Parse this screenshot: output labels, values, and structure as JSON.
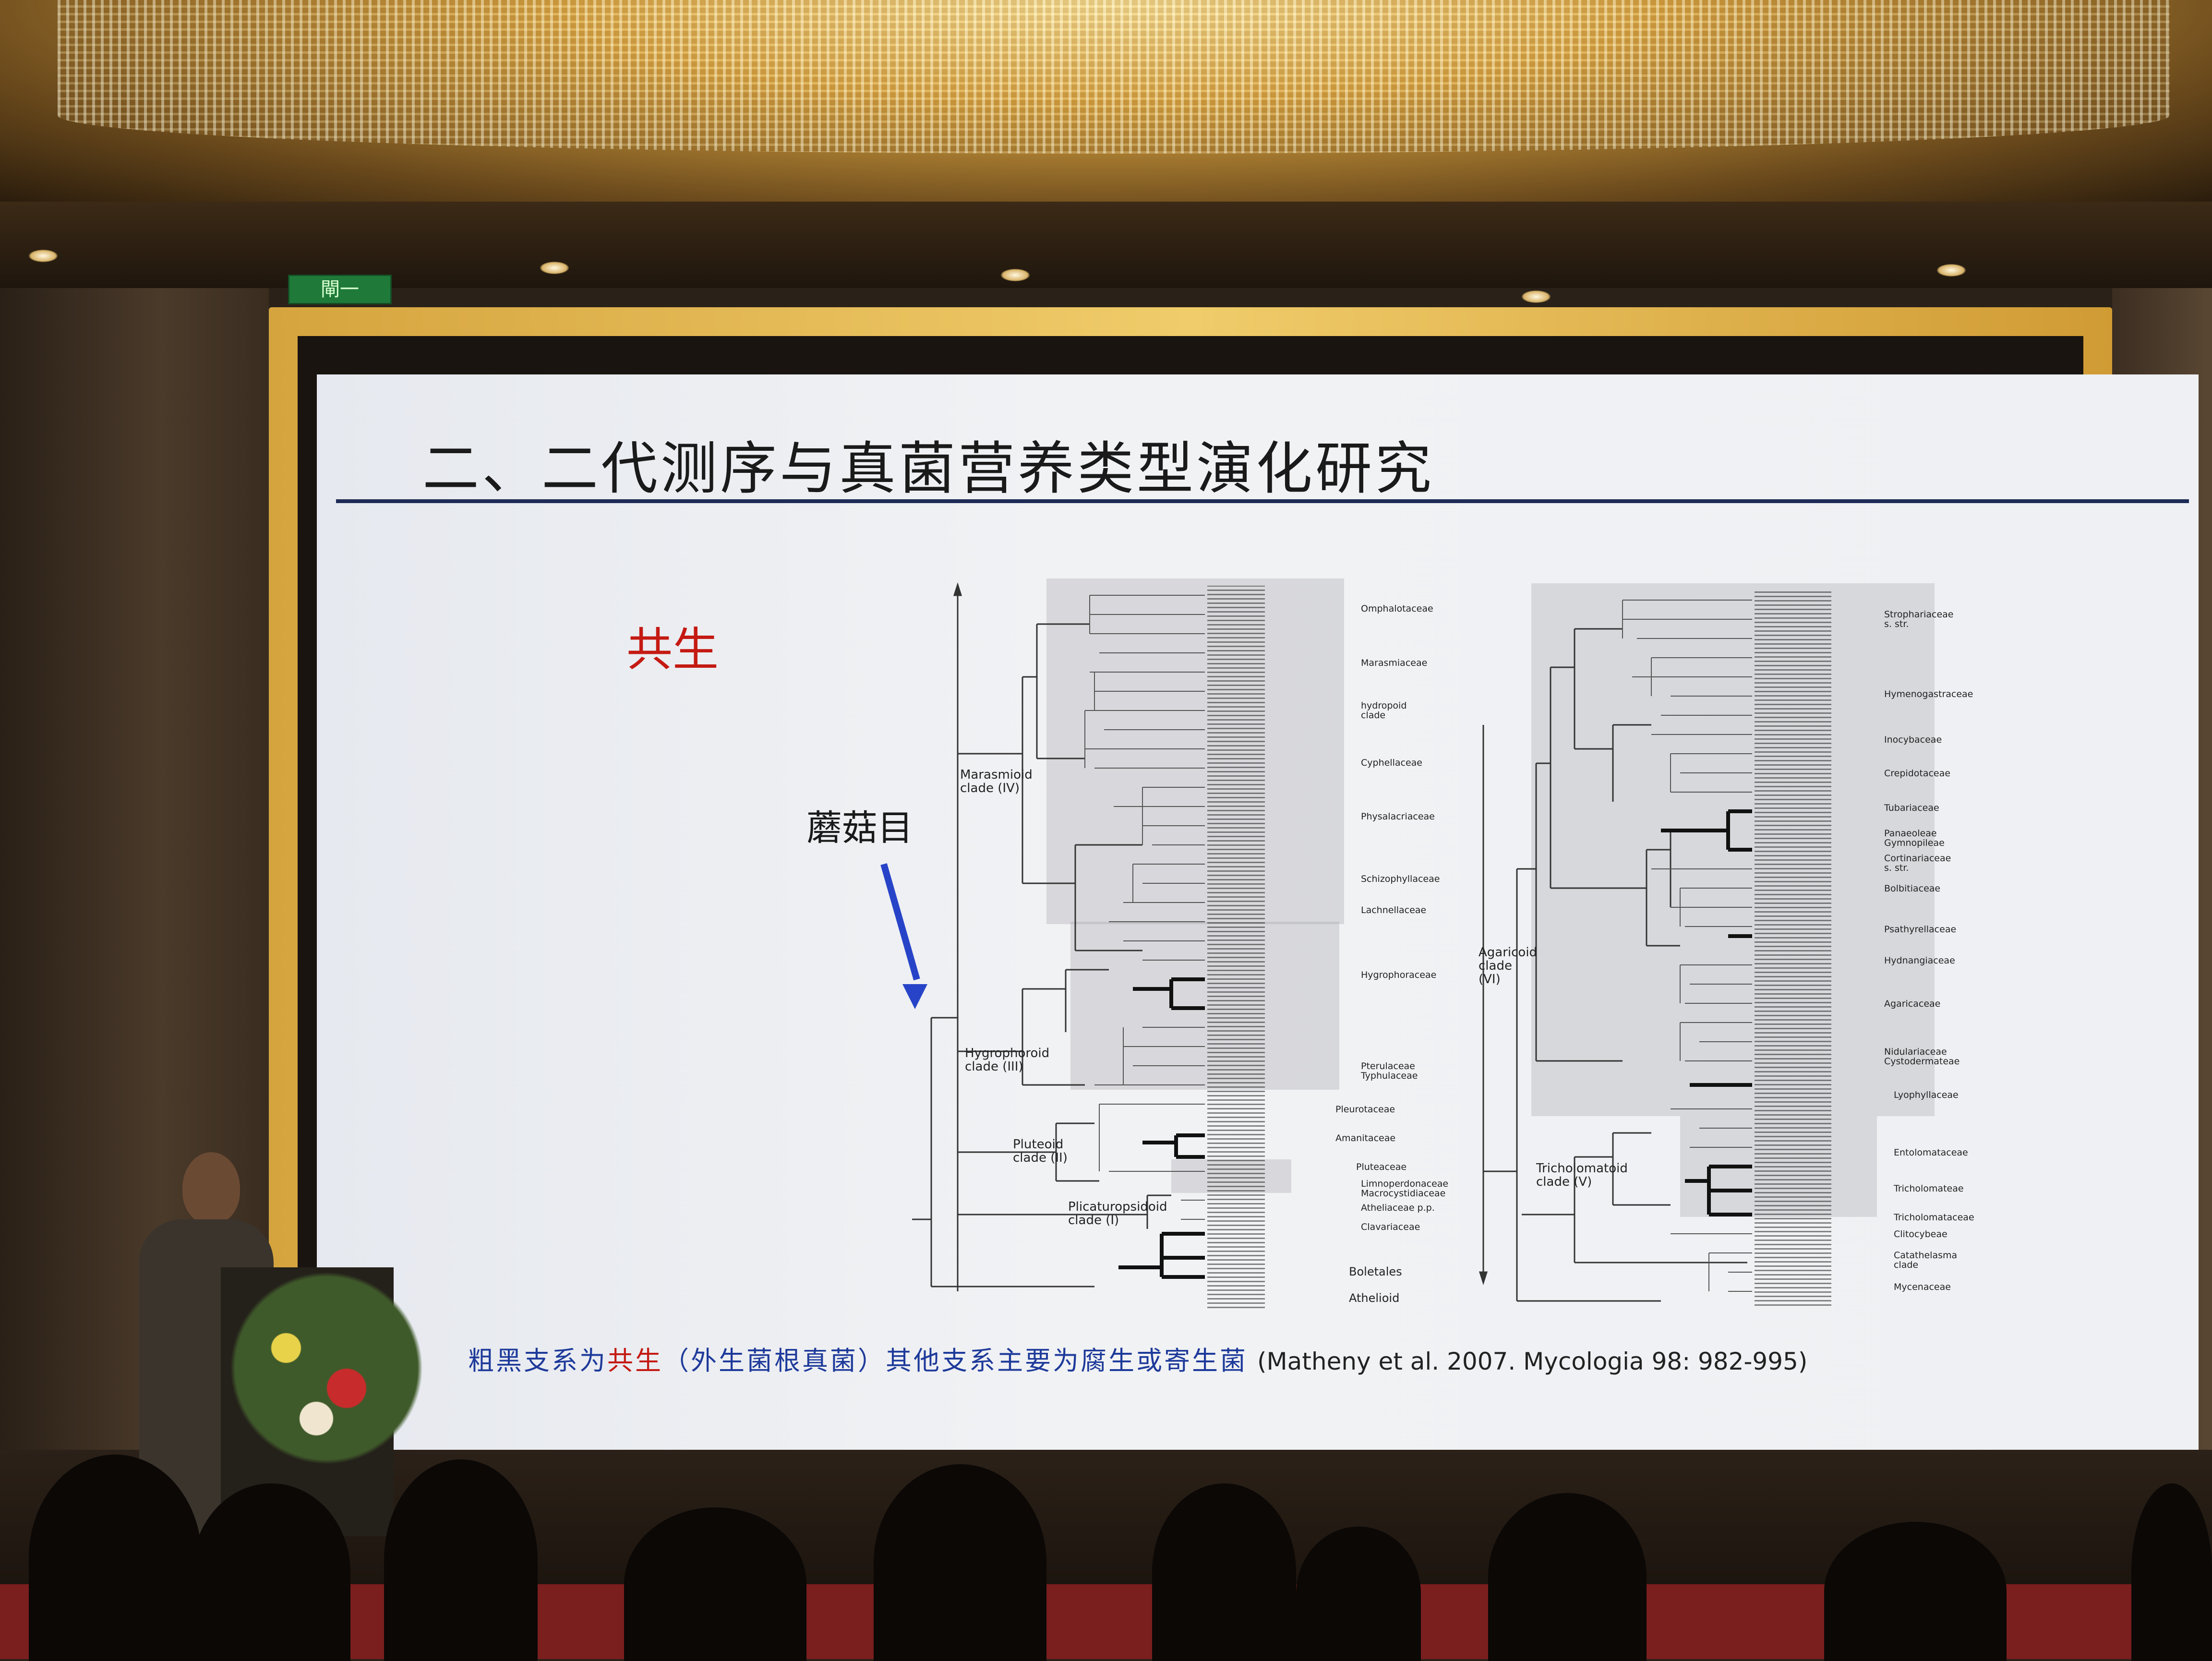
{
  "exit_sign": "閘一",
  "slide": {
    "title": "二、二代测序与真菌营养类型演化研究",
    "symbiosis_label": "共生",
    "order_label": "蘑菇目",
    "caption": {
      "part1": "粗黑支系为",
      "highlight": "共生",
      "part2": "（外生菌根真菌）其他支系主要为腐生或寄生菌",
      "reference": "(Matheny et al. 2007. Mycologia 98: 982-995)"
    }
  },
  "left_tree": {
    "clades": [
      "Marasmioid\nclade (IV)",
      "Hygrophoroid\nclade (III)",
      "Pluteoid\nclade (II)",
      "Plicaturopsidoid\nclade (I)"
    ],
    "families": [
      "Omphalotaceae",
      "Marasmiaceae",
      "hydropoid\nclade",
      "Cyphellaceae",
      "Physalacriaceae",
      "Schizophyllaceae",
      "Lachnellaceae",
      "Hygrophoraceae",
      "Pterulaceae",
      "Typhulaceae",
      "Pleurotaceae",
      "Amanitaceae",
      "Pluteaceae",
      "Limnoperdonaceae",
      "Macrocystidiaceae",
      "Atheliaceae p.p.",
      "Clavariaceae",
      "Boletales",
      "Athelioid"
    ]
  },
  "right_tree": {
    "clades": [
      "Agaricoid\nclade\n(VI)",
      "Tricholomatoid\nclade (V)"
    ],
    "families": [
      "Strophariaceae\ns. str.",
      "Hymenogastraceae",
      "Inocybaceae",
      "Crepidotaceae",
      "Tubariaceae",
      "Panaeoleae",
      "Gymnopileae",
      "Cortinariaceae\ns. str.",
      "Bolbitiaceae",
      "Psathyrellaceae",
      "Hydnangiaceae",
      "Agaricaceae",
      "Nidulariaceae",
      "Cystodermateae",
      "Lyophyllaceae",
      "Entolomataceae",
      "Tricholomateae",
      "Tricholomataceae",
      "Clitocybeae",
      "Catathelasma\nclade",
      "Mycenaceae"
    ]
  }
}
